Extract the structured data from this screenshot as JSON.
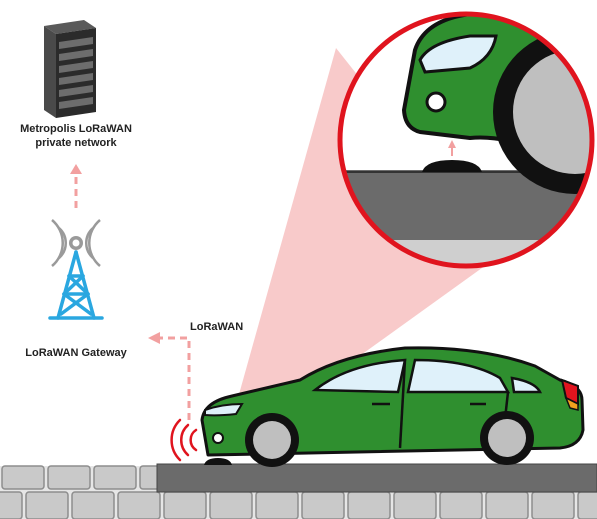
{
  "labels": {
    "network_line1": "Metropolis LoRaWAN",
    "network_line2": "private network",
    "gateway": "LoRaWAN Gateway",
    "link": "LoRaWAN"
  },
  "colors": {
    "car_body": "#2f8f2f",
    "car_outline": "#111111",
    "zoom_ring": "#e0141e",
    "beam": "#f6b8b8",
    "arrow": "#f2a0a0",
    "tower": "#2aa7e0",
    "signal": "#e0141e",
    "road": "#6b6b6b",
    "curb": "#bdbdbd",
    "server": "#3a3a3a"
  },
  "icons": {
    "server": "server-icon",
    "tower": "antenna-tower-icon",
    "car": "car-icon",
    "sensor": "parking-sensor-icon",
    "zoom": "magnifier-callout"
  }
}
